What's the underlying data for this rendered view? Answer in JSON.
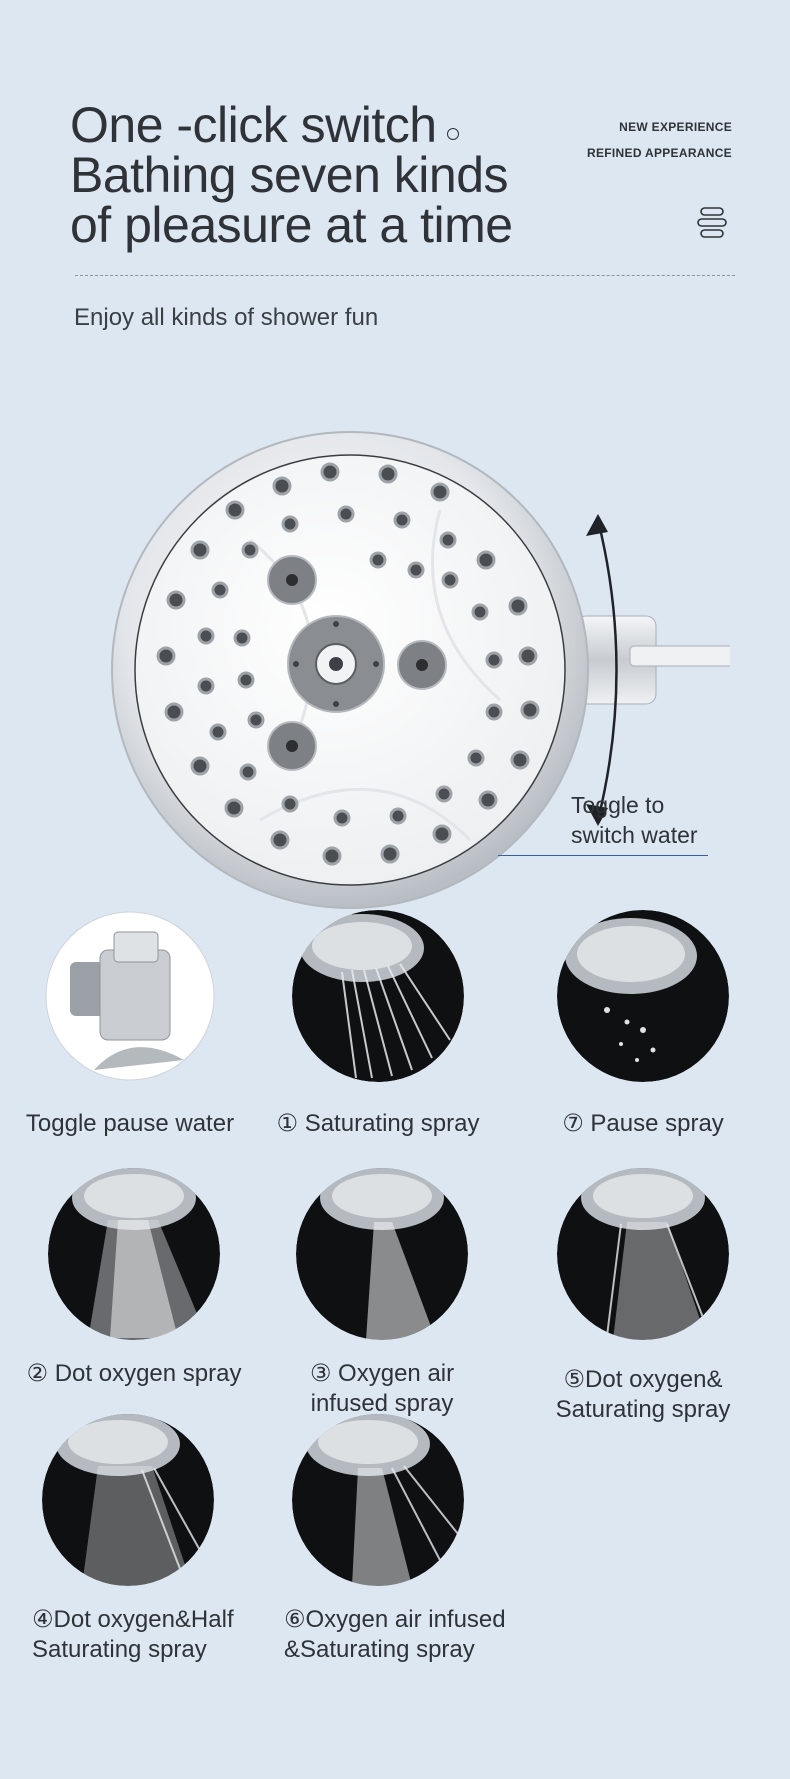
{
  "header": {
    "headline_lines": [
      "One -click switch",
      "Bathing seven kinds",
      "of pleasure at a time"
    ],
    "badge_1": "NEW EXPERIENCE",
    "badge_2": "REFINED APPEARANCE",
    "subtitle": "Enjoy all kinds of shower fun",
    "menu_icon": "stacked-lines-icon"
  },
  "hero": {
    "image": "showerhead-front-view",
    "toggle_label_1": "Toggle to",
    "toggle_label_2": "switch water",
    "arrow_icon": "curved-double-arrow-icon"
  },
  "features": [
    {
      "image": "pause-toggle-closeup",
      "caption_1": "Toggle pause water",
      "caption_2": ""
    },
    {
      "image": "saturating-spray-photo",
      "caption_1": "① Saturating spray",
      "caption_2": ""
    },
    {
      "image": "pause-spray-photo",
      "caption_1": "⑦ Pause spray",
      "caption_2": ""
    },
    {
      "image": "dot-oxygen-spray-photo",
      "caption_1": "② Dot oxygen spray",
      "caption_2": ""
    },
    {
      "image": "oxygen-air-spray-photo",
      "caption_1": "③ Oxygen air",
      "caption_2": "infused spray"
    },
    {
      "image": "dot-oxygen-saturating-photo",
      "caption_1": "⑤Dot oxygen&",
      "caption_2": "Saturating spray"
    },
    {
      "image": "dot-oxygen-half-photo",
      "caption_1": "④Dot oxygen&Half",
      "caption_2": "Saturating spray"
    },
    {
      "image": "oxygen-air-saturating-photo",
      "caption_1": "⑥Oxygen air infused",
      "caption_2": "&Saturating spray"
    }
  ],
  "colors": {
    "background": "#dde7f2",
    "text": "#2f3338",
    "accent_line": "#3d5f99"
  }
}
